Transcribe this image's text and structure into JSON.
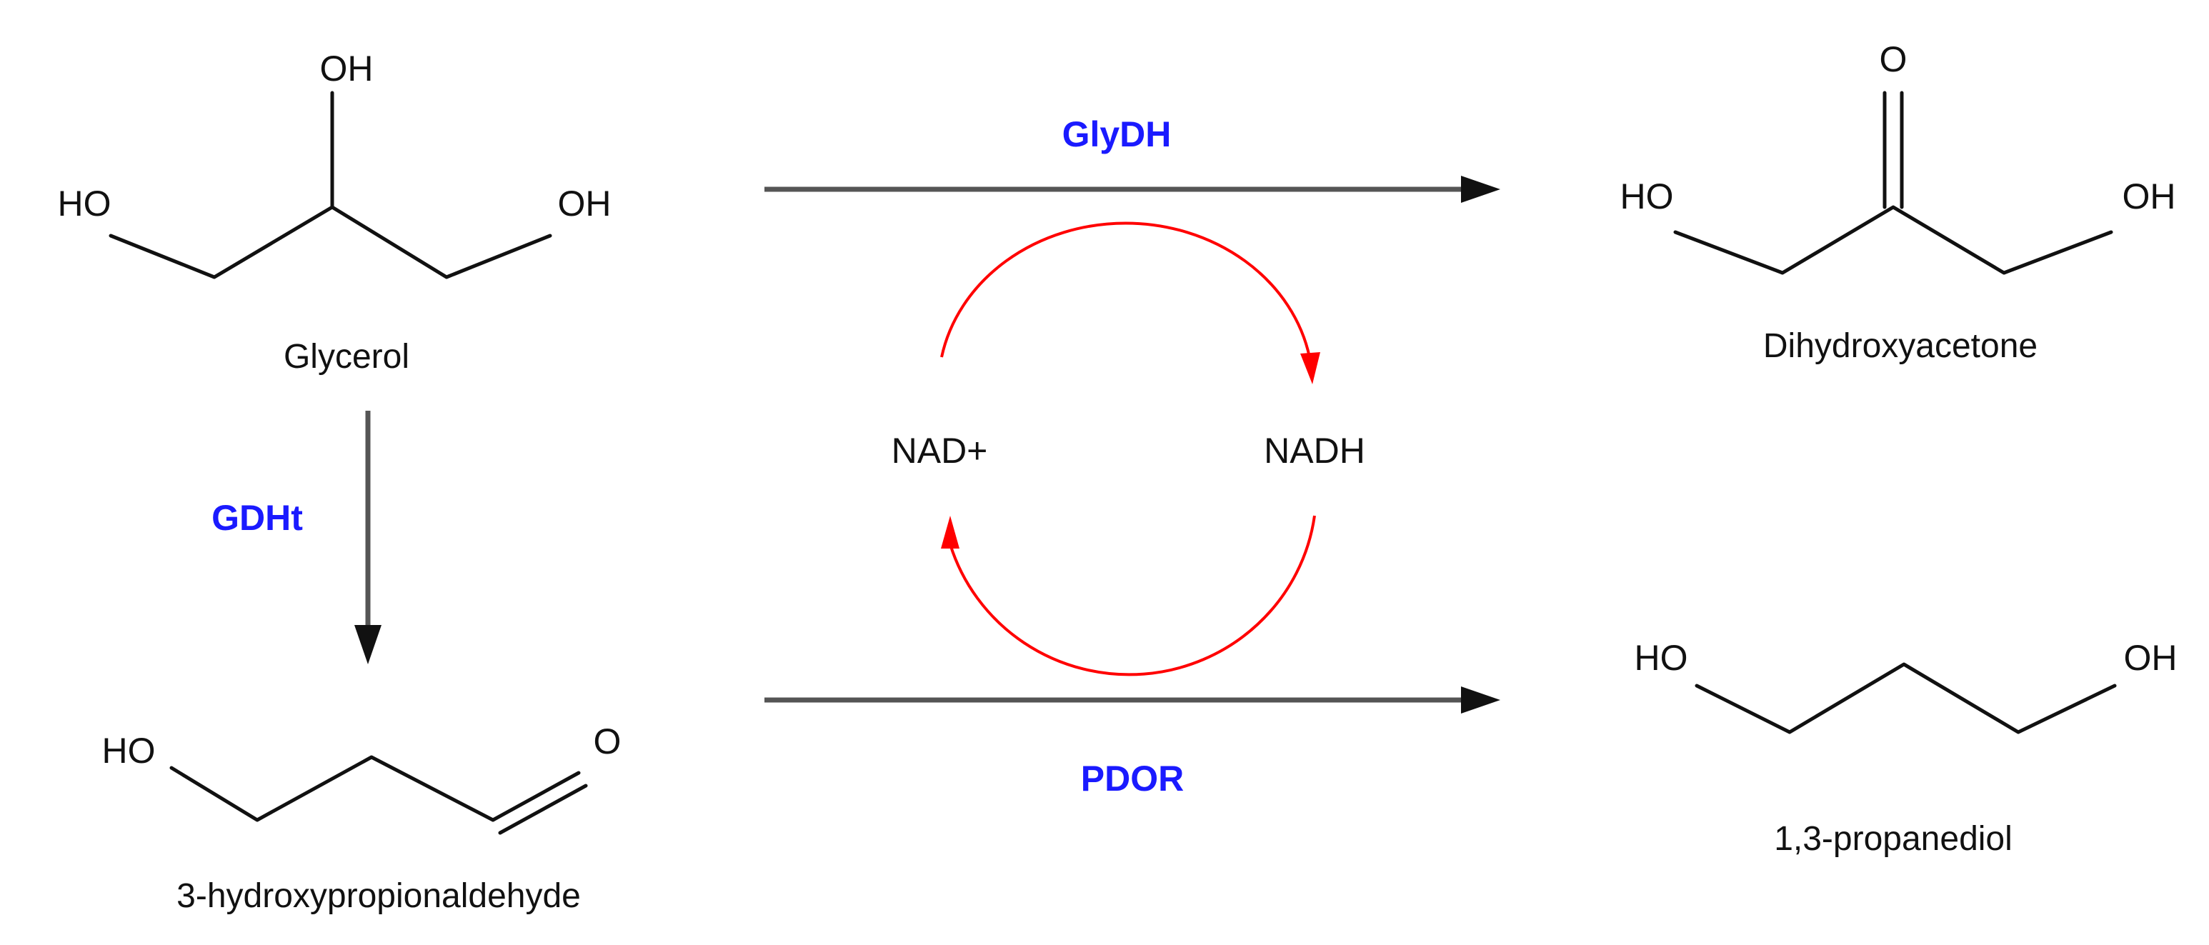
{
  "molecules": {
    "glycerol": {
      "name": "Glycerol",
      "atoms": {
        "oh_top": "OH",
        "oh_left": "HO",
        "oh_right": "OH"
      }
    },
    "dihydroxyacetone": {
      "name": "Dihydroxyacetone",
      "atoms": {
        "o_top": "O",
        "oh_left": "HO",
        "oh_right": "OH"
      }
    },
    "hydroxypropionaldehyde": {
      "name": "3-hydroxypropionaldehyde",
      "atoms": {
        "oh_left": "HO",
        "o_right": "O"
      }
    },
    "propanediol": {
      "name": "1,3-propanediol",
      "atoms": {
        "oh_left": "HO",
        "oh_right": "OH"
      }
    }
  },
  "enzymes": {
    "glydh": "GlyDH",
    "gdht": "GDHt",
    "pdor": "PDOR"
  },
  "cofactors": {
    "nad_plus": "NAD+",
    "nadh": "NADH"
  },
  "colors": {
    "enzyme_label": "#1a1aff",
    "cofactor_cycle": "#ff0000",
    "reaction_arrow": "#555555",
    "structure": "#111111"
  }
}
